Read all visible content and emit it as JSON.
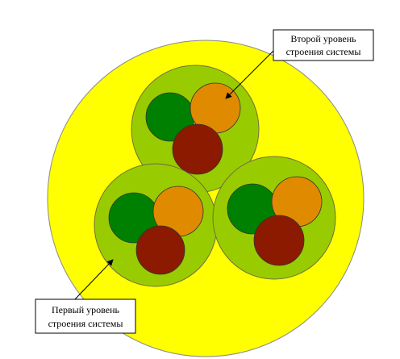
{
  "diagram": {
    "colors": {
      "outer_fill": "#ffff00",
      "outer_stroke": "#8a8a8a",
      "group_fill": "#99cc00",
      "group_stroke": "#6f6f3f",
      "green": "#008000",
      "orange": "#e08a00",
      "brown": "#8b1a00",
      "stroke": "#333333",
      "label_stroke": "#000000"
    },
    "labels": {
      "second_level": {
        "line1": "Второй уровень",
        "line2": "строения системы"
      },
      "first_level": {
        "line1": "Первый уровень",
        "line2": "строения системы"
      }
    }
  }
}
